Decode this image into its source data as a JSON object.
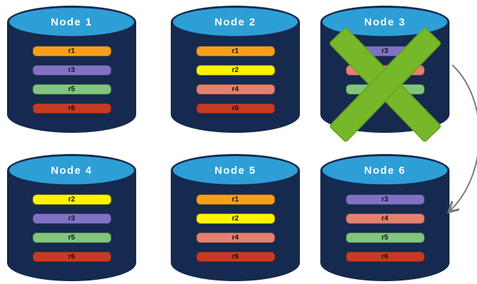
{
  "nodes": [
    {
      "id": "node-1",
      "title": "Node 1",
      "failed": false,
      "replicas": [
        {
          "label": "r1",
          "color": "#F6A01A"
        },
        {
          "label": "r3",
          "color": "#8171C5"
        },
        {
          "label": "r5",
          "color": "#82C57D"
        },
        {
          "label": "r6",
          "color": "#C63B22"
        }
      ]
    },
    {
      "id": "node-2",
      "title": "Node 2",
      "failed": false,
      "replicas": [
        {
          "label": "r1",
          "color": "#F6A01A"
        },
        {
          "label": "r2",
          "color": "#FFF200"
        },
        {
          "label": "r4",
          "color": "#E5806E"
        },
        {
          "label": "r6",
          "color": "#C63B22"
        }
      ]
    },
    {
      "id": "node-3",
      "title": "Node 3",
      "failed": true,
      "replicas": [
        {
          "label": "r3",
          "color": "#8171C5"
        },
        {
          "label": "r4",
          "color": "#E5806E"
        },
        {
          "label": "r5",
          "color": "#82C57D"
        }
      ]
    },
    {
      "id": "node-4",
      "title": "Node 4",
      "failed": false,
      "replicas": [
        {
          "label": "r2",
          "color": "#FFF200"
        },
        {
          "label": "r3",
          "color": "#8171C5"
        },
        {
          "label": "r5",
          "color": "#82C57D"
        },
        {
          "label": "r6",
          "color": "#C63B22"
        }
      ]
    },
    {
      "id": "node-5",
      "title": "Node 5",
      "failed": false,
      "replicas": [
        {
          "label": "r1",
          "color": "#F6A01A"
        },
        {
          "label": "r2",
          "color": "#FFF200"
        },
        {
          "label": "r4",
          "color": "#E5806E"
        },
        {
          "label": "r6",
          "color": "#C63B22"
        }
      ]
    },
    {
      "id": "node-6",
      "title": "Node 6",
      "failed": false,
      "replicas": [
        {
          "label": "r3",
          "color": "#8171C5"
        },
        {
          "label": "r4",
          "color": "#E5806E"
        },
        {
          "label": "r5",
          "color": "#82C57D"
        },
        {
          "label": "r6",
          "color": "#C63B22"
        }
      ]
    }
  ],
  "annotations": {
    "failure_mark": {
      "type": "cross",
      "target": "node-3",
      "color": "#76B82A"
    },
    "failover_arrow": {
      "from": "node-3",
      "to": "node-6",
      "color": "#7A7A7A"
    }
  },
  "style": {
    "cylinder_body_color": "#16294E",
    "cylinder_cap_color": "#2D9FD6",
    "title_color": "#FFFFFF",
    "background": "#FFFFFF"
  }
}
